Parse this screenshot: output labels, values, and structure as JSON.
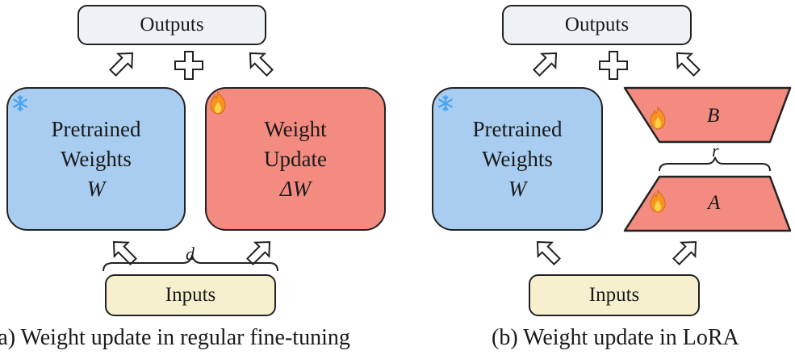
{
  "panel_a": {
    "outputs_label": "Outputs",
    "inputs_label": "Inputs",
    "frozen": {
      "line1": "Pretrained",
      "line2": "Weights",
      "symbol": "W",
      "icon": "snowflake-icon"
    },
    "update": {
      "line1": "Weight",
      "line2": "Update",
      "symbol": "ΔW",
      "icon": "flame-icon"
    },
    "dimension": "d",
    "caption": "(a) Weight update in regular fine-tuning"
  },
  "panel_b": {
    "outputs_label": "Outputs",
    "inputs_label": "Inputs",
    "frozen": {
      "line1": "Pretrained",
      "line2": "Weights",
      "symbol": "W",
      "icon": "snowflake-icon"
    },
    "matrix_b": "B",
    "matrix_a": "A",
    "rank": "r",
    "caption": "(b) Weight update in LoRA"
  },
  "colors": {
    "frozen_fill": "#a8cdf0",
    "trainable_fill": "#f38b81",
    "outputs_fill": "#eef2f6",
    "inputs_fill": "#f7f0cf",
    "snowflake": "#4aa3f0",
    "flame": "#f7931e"
  }
}
